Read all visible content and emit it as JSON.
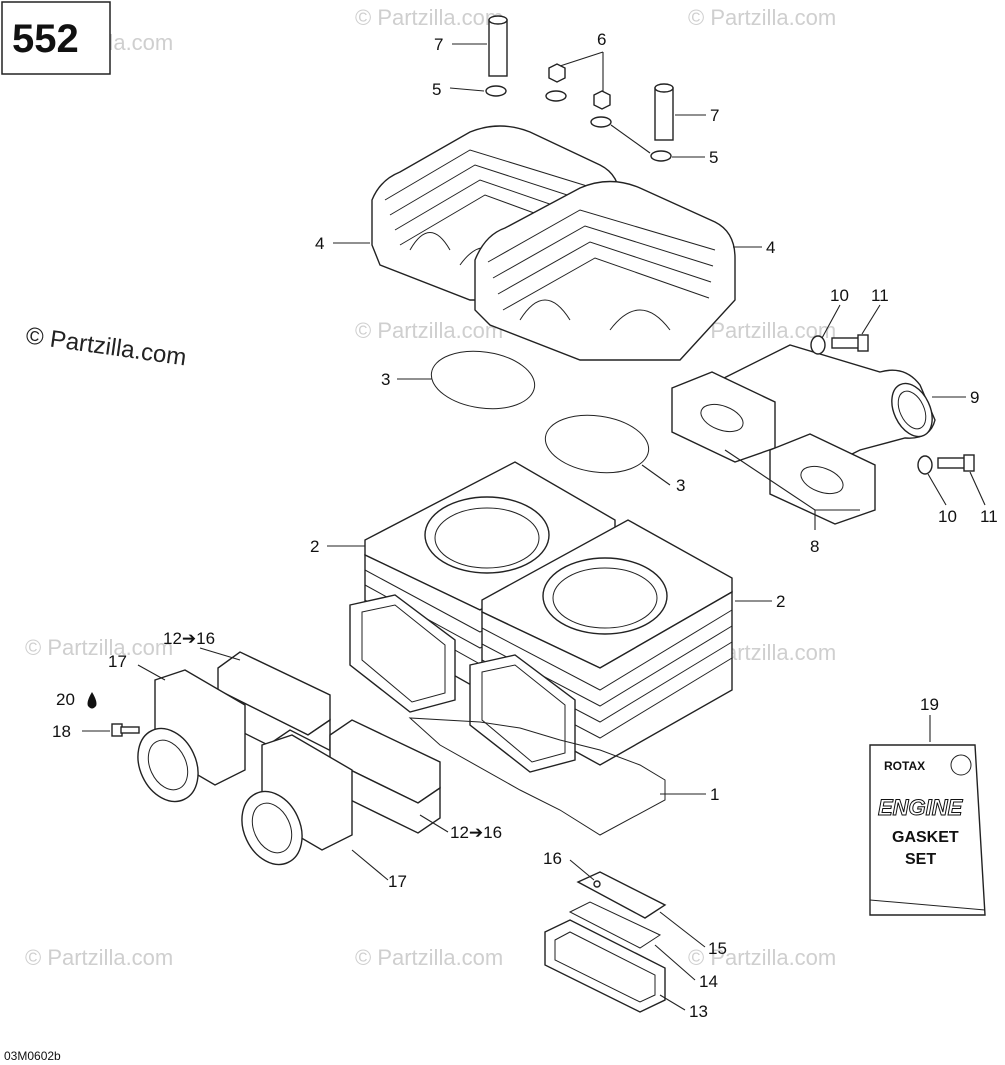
{
  "page_number": "552",
  "drawing_code": "03M0602b",
  "copyright": "© Partzilla.com",
  "watermark": "© Partzilla.com",
  "gasket_set_box": {
    "brand": "ROTAX",
    "line1": "ENGINE",
    "line2": "GASKET",
    "line3": "SET"
  },
  "callouts": {
    "c1": "1",
    "c2a": "2",
    "c2b": "2",
    "c3a": "3",
    "c3b": "3",
    "c4a": "4",
    "c4b": "4",
    "c5a": "5",
    "c5b": "5",
    "c6": "6",
    "c7a": "7",
    "c7b": "7",
    "c8": "8",
    "c9": "9",
    "c10a": "10",
    "c10b": "10",
    "c11a": "11",
    "c11b": "11",
    "c12a": "12➔16",
    "c12b": "12➔16",
    "c13": "13",
    "c14": "14",
    "c15": "15",
    "c16": "16",
    "c17a": "17",
    "c17b": "17",
    "c18": "18",
    "c19": "19",
    "c20": "20"
  }
}
